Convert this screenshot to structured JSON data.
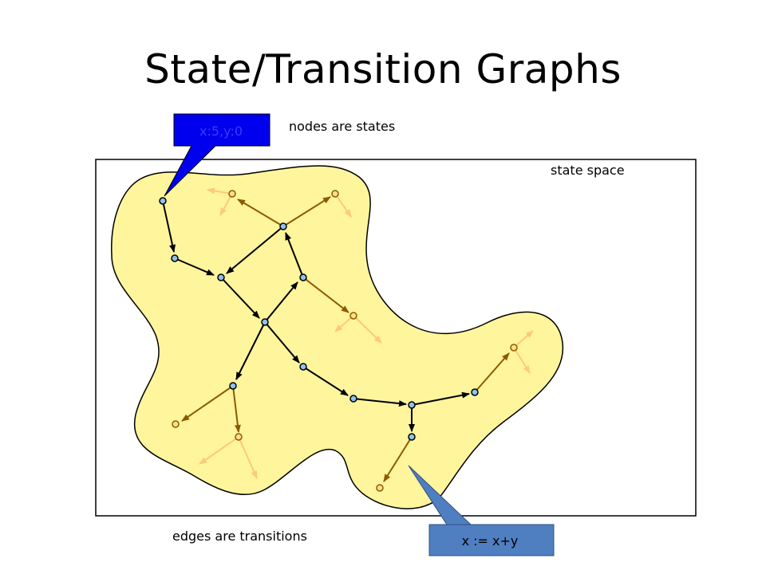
{
  "title": "State/Transition Graphs",
  "labels": {
    "nodes": "nodes are states",
    "edges": "edges are transitions",
    "space": "state space"
  },
  "callouts": {
    "state": "x:5,y:0",
    "transition": "x := x+y"
  },
  "colors": {
    "blob_fill": "#FFF59D",
    "main_edge": "#000000",
    "secondary_edge": "#8B5A00",
    "faded_edge": "#FFC87A",
    "main_node": "#8EC3EE",
    "faded_node": "#FFE08A",
    "callout_state_fill": "#0000EE",
    "callout_transition_fill": "#4F7FC0"
  }
}
